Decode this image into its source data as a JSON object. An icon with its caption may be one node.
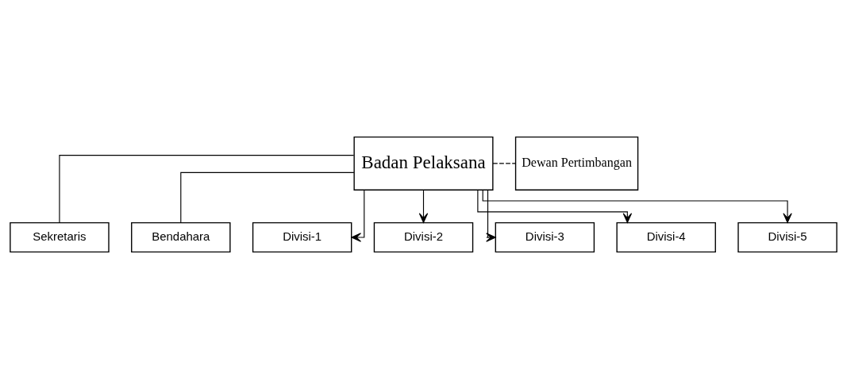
{
  "diagram": {
    "nodes": [
      {
        "text": [
          "Badan Pelaksana"
        ]
      },
      {
        "text": [
          "Dewan Pertimbangan"
        ]
      },
      {
        "text": [
          "Sekretaris"
        ]
      },
      {
        "text": [
          "Bendahara"
        ]
      },
      {
        "text": [
          "Divisi-1"
        ]
      },
      {
        "text": [
          "Divisi-2"
        ]
      },
      {
        "text": [
          "Divisi-3"
        ]
      },
      {
        "text": [
          "Divisi-4"
        ]
      },
      {
        "text": [
          "Divisi-5"
        ]
      }
    ],
    "edges": [
      {
        "from": 0,
        "to": 1,
        "arrow": "none",
        "style": "dashed"
      },
      {
        "from": 0,
        "to": 2,
        "arrow": "none"
      },
      {
        "from": 0,
        "to": 3,
        "arrow": "none"
      },
      {
        "from": 0,
        "to": 4,
        "arrow": "to"
      },
      {
        "from": 0,
        "to": 5,
        "arrow": "to"
      },
      {
        "from": 0,
        "to": 6,
        "arrow": "to"
      },
      {
        "from": 0,
        "to": 7,
        "arrow": "to"
      },
      {
        "from": 0,
        "to": 8,
        "arrow": "to"
      }
    ]
  }
}
